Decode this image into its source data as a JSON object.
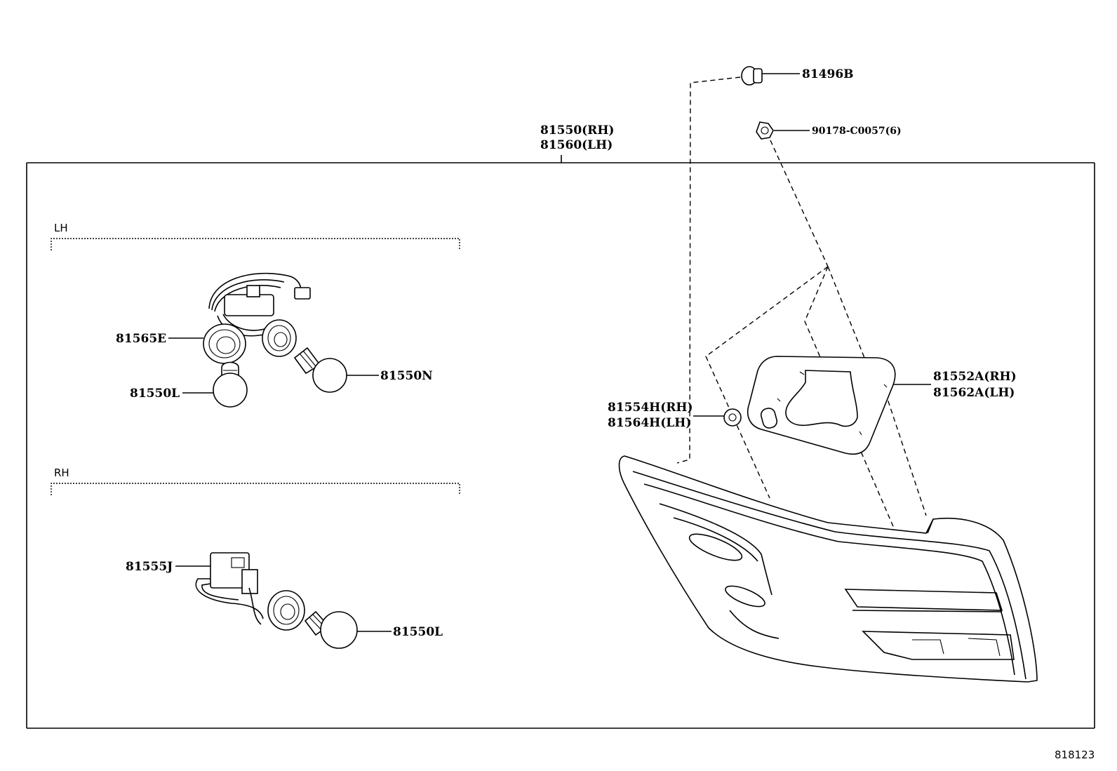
{
  "callouts": {
    "c81496b": "81496B",
    "c90178": "90178-C0057(6)",
    "c81550rh": "81550(RH)",
    "c81560lh": "81560(LH)",
    "c81565e": "81565E",
    "c81550n": "81550N",
    "c81550l_lh": "81550L",
    "c81554h": "81554H(RH)",
    "c81564h": "81564H(LH)",
    "c81552a": "81552A(RH)",
    "c81562a": "81562A(LH)",
    "c81555j": "81555J",
    "c81550l_rh": "81550L"
  },
  "groups": {
    "lh": "LH",
    "rh": "RH"
  },
  "figure_number": "818123"
}
